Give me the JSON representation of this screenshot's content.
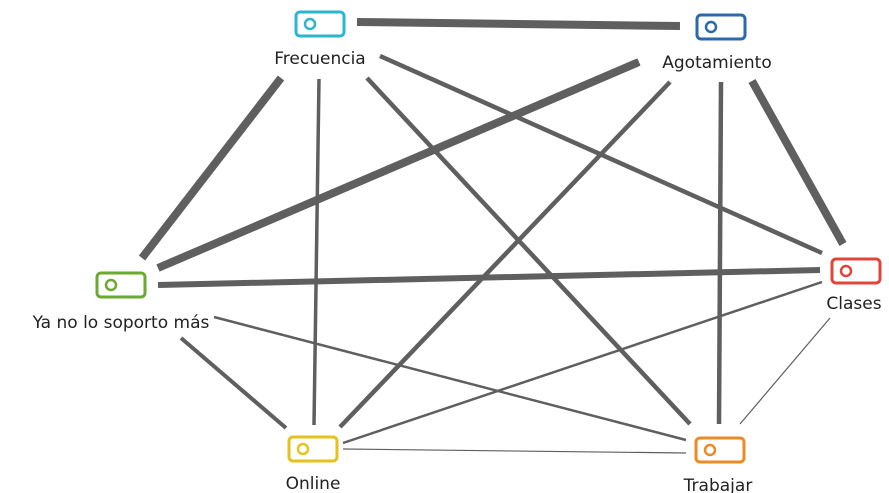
{
  "nodes": [
    {
      "id": "frecuencia",
      "label": "Frecuencia",
      "color": "#29b6cf"
    },
    {
      "id": "agotamiento",
      "label": "Agotamiento",
      "color": "#2a6aa8"
    },
    {
      "id": "ya_no",
      "label": "Ya no lo soporto más",
      "color": "#6aaa2e"
    },
    {
      "id": "clases",
      "label": "Clases",
      "color": "#e0453a"
    },
    {
      "id": "online",
      "label": "Online",
      "color": "#e6c21c"
    },
    {
      "id": "trabajar",
      "label": "Trabajar",
      "color": "#ee8a22"
    }
  ],
  "edges": [
    {
      "from": "frecuencia",
      "to": "agotamiento",
      "weight": 8
    },
    {
      "from": "frecuencia",
      "to": "ya_no",
      "weight": 8
    },
    {
      "from": "agotamiento",
      "to": "ya_no",
      "weight": 8
    },
    {
      "from": "agotamiento",
      "to": "clases",
      "weight": 8
    },
    {
      "from": "ya_no",
      "to": "clases",
      "weight": 6
    },
    {
      "from": "frecuencia",
      "to": "clases",
      "weight": 4.5
    },
    {
      "from": "frecuencia",
      "to": "trabajar",
      "weight": 4.5
    },
    {
      "from": "frecuencia",
      "to": "online",
      "weight": 3.5
    },
    {
      "from": "agotamiento",
      "to": "online",
      "weight": 4.5
    },
    {
      "from": "agotamiento",
      "to": "trabajar",
      "weight": 4.5
    },
    {
      "from": "ya_no",
      "to": "online",
      "weight": 4
    },
    {
      "from": "ya_no",
      "to": "trabajar",
      "weight": 2.5
    },
    {
      "from": "clases",
      "to": "online",
      "weight": 2.5
    },
    {
      "from": "clases",
      "to": "trabajar",
      "weight": 1.2
    },
    {
      "from": "online",
      "to": "trabajar",
      "weight": 1.2
    }
  ],
  "edge_color": "#5f5f5f"
}
